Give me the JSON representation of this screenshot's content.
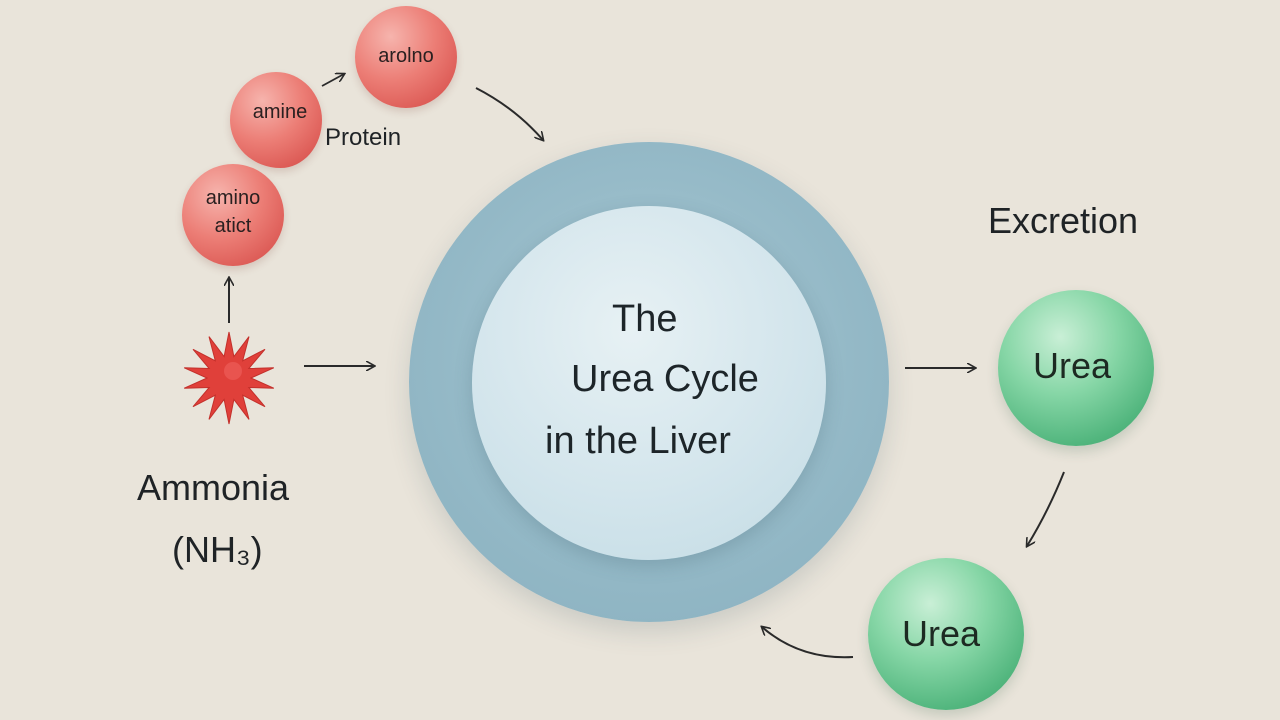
{
  "title_lines": [
    "The",
    "Urea Cycle",
    "in the Liver"
  ],
  "labels": {
    "protein": "Protein",
    "excretion": "Excretion",
    "ammonia": "Ammonia",
    "ammonia_formula": "(NH₃)"
  },
  "red_balls": {
    "top": "arolno",
    "middle": "amine",
    "bottom": [
      "amino",
      "atict"
    ]
  },
  "urea_nodes": [
    "Urea",
    "Urea"
  ],
  "colors": {
    "background": "#e9e4da",
    "ring_outer": "#93b8c6",
    "ring_inner": "#d3e5ec",
    "red_node": "#e8706a",
    "green_node": "#5fbf8a",
    "ammonia_star": "#e0403a",
    "arrow": "#2a2a2a"
  },
  "icons": [
    "ammonia-star-icon"
  ]
}
